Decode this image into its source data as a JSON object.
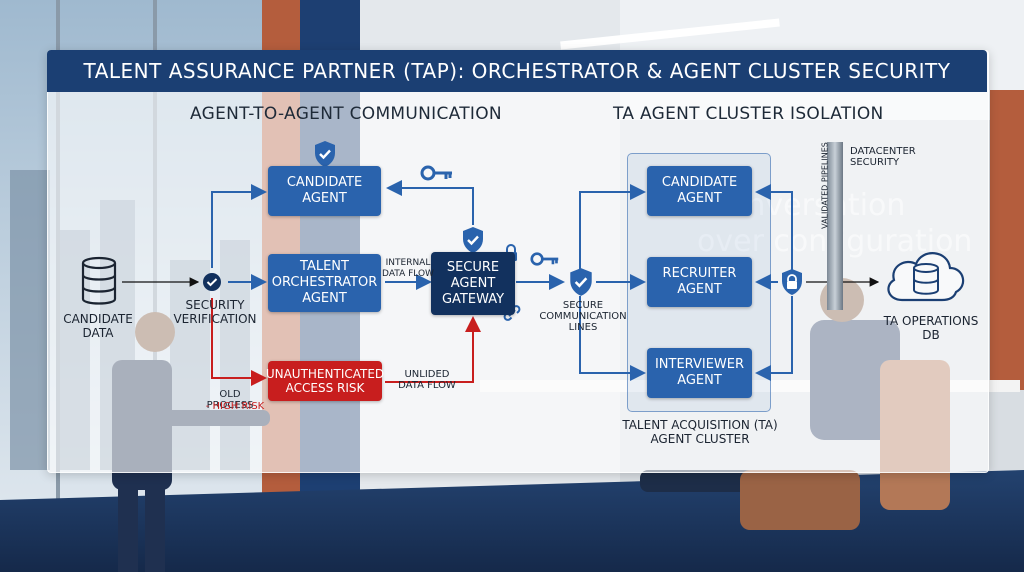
{
  "header": {
    "title": "TALENT ASSURANCE PARTNER (TAP): ORCHESTRATOR & AGENT CLUSTER SECURITY"
  },
  "sections": {
    "left_title": "AGENT-TO-AGENT COMMUNICATION",
    "right_title": "TA AGENT CLUSTER ISOLATION"
  },
  "nodes": {
    "candidate_agent_left": "CANDIDATE AGENT",
    "talent_orchestrator": "TALENT ORCHESTRATOR AGENT",
    "secure_gateway": "SECURE AGENT GATEWAY",
    "unauth_risk": "UNAUTHENTICATED ACCESS RISK",
    "candidate_agent_right": "CANDIDATE AGENT",
    "recruiter_agent": "RECRUITER AGENT",
    "interviewer_agent": "INTERVIEWER AGENT"
  },
  "labels": {
    "candidate_data": "CANDIDATE DATA",
    "security_verification": "SECURITY VERIFICATION",
    "internal_flow": "INTERNAL DATA FLOW",
    "unlided_flow": "UNLIDED DATA FLOW",
    "old_process": "OLD PROCESS",
    "high_risk": "- HIGH RISK",
    "secure_lines": "SECURE COMMUNICATION LINES",
    "validated_pipelines": "VALIDATED PIPELINES",
    "datacenter_security": "DATACENTER SECURITY",
    "ta_operations_db": "TA OPERATIONS DB",
    "cluster_name": "TALENT ACQUISITION (TA) AGENT CLUSTER"
  },
  "background_text": {
    "line1": "onversation",
    "line2": "over configuration"
  },
  "colors": {
    "banner": "#1b3f73",
    "node": "#2a63ad",
    "gateway": "#12315e",
    "risk": "#c81e1e",
    "arrow": "#2a63ad"
  },
  "icons": [
    "database-icon",
    "shield-check-icon",
    "key-icon",
    "lock-icon",
    "cloud-database-icon"
  ]
}
